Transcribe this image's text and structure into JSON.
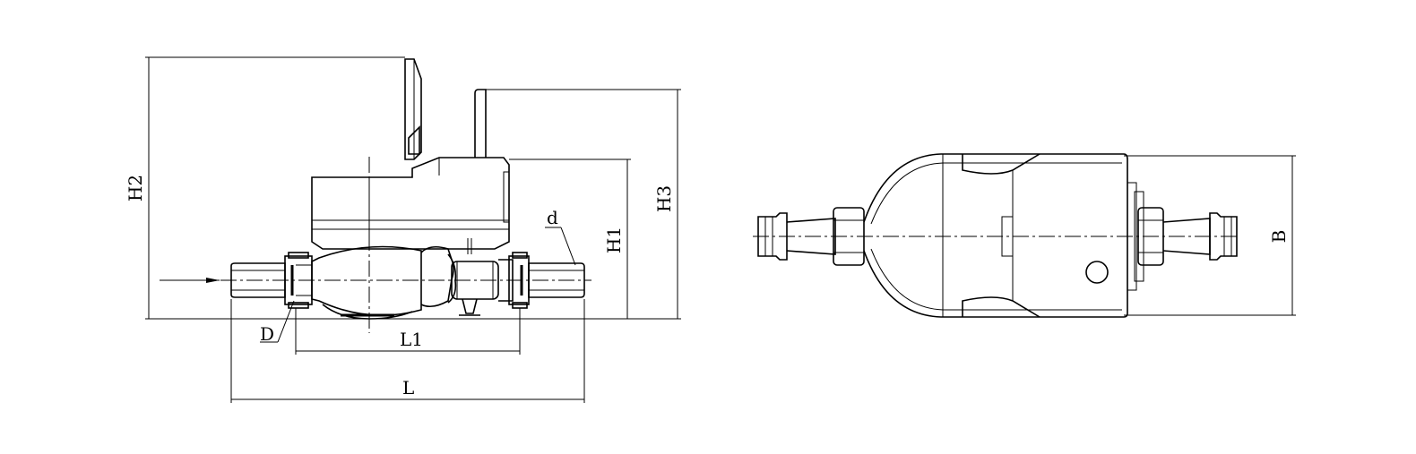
{
  "side_view": {
    "labels": {
      "H2": "H2",
      "H1": "H1",
      "H3": "H3",
      "d": "d",
      "D": "D",
      "L1": "L1",
      "L": "L"
    }
  },
  "top_view": {
    "labels": {
      "B": "B"
    }
  }
}
